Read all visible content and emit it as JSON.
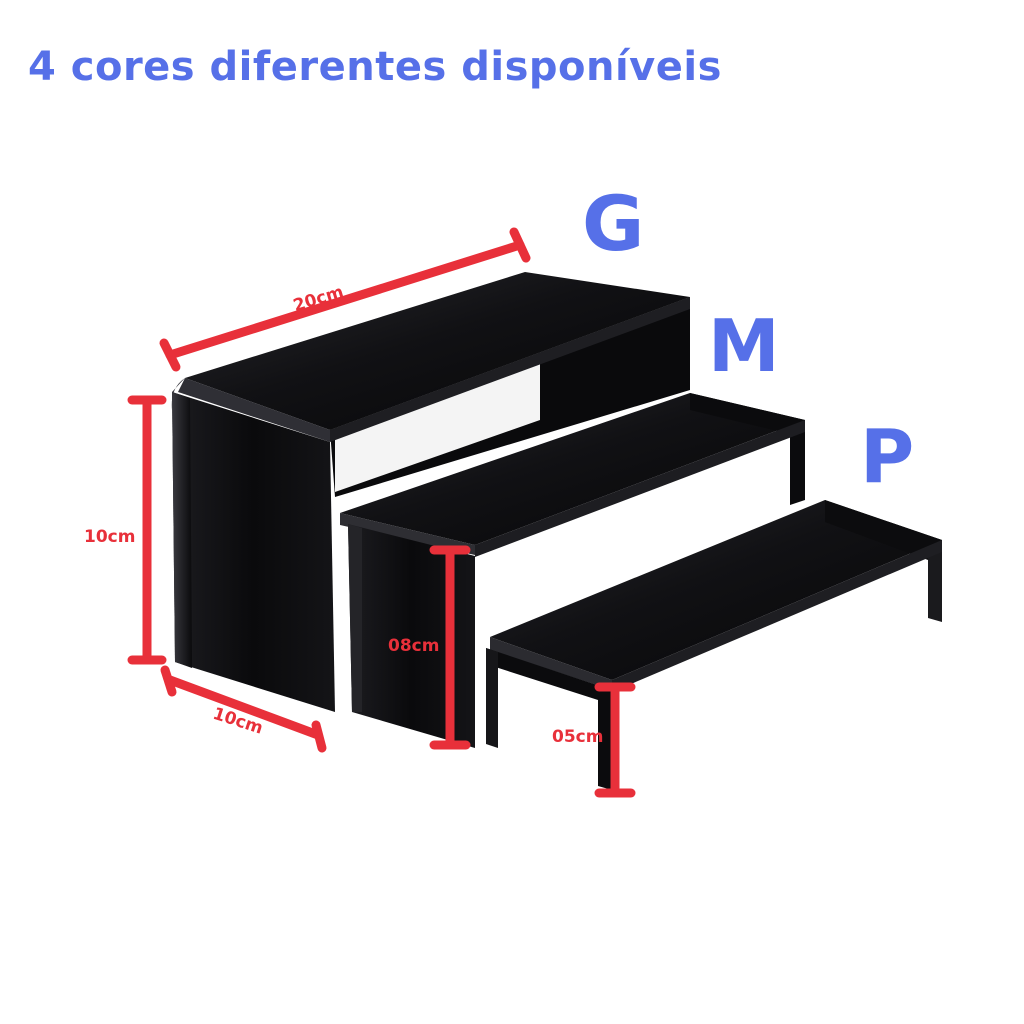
{
  "headline": "4 cores diferentes disponíveis",
  "sizes": [
    "G",
    "M",
    "P"
  ],
  "dimensions": {
    "width": "20cm",
    "height_g": "10cm",
    "depth": "10cm",
    "height_m": "08cm",
    "height_p": "05cm"
  },
  "colors": {
    "text_blue": "#5670e8",
    "measure_red": "#e8303a",
    "acrylic": "#0d0d0f"
  }
}
